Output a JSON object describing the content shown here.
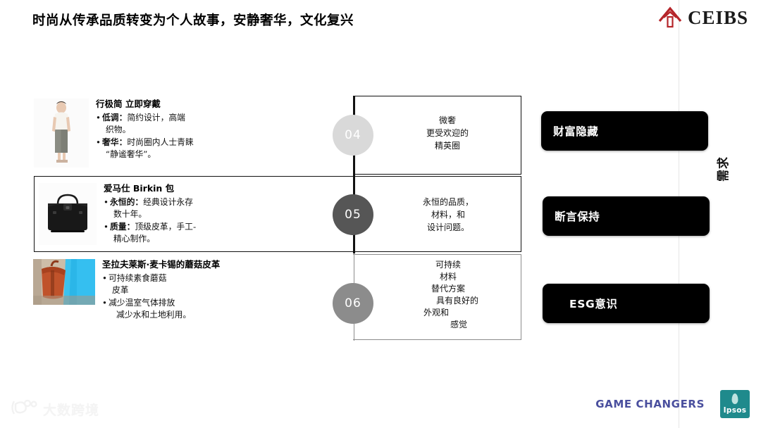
{
  "header": {
    "title": "时尚从传承品质转变为个人故事，安静奢华，文化复兴",
    "logo_text": "CEIBS",
    "logo_icon": "ceibs-house-icon"
  },
  "rows": [
    {
      "number": "04",
      "circle_color": "#d9d9d9",
      "image_alt": "woman-in-white-top-and-grey-trousers",
      "heading": "行极简 立即穿戴",
      "bullets": [
        {
          "label": "低调：",
          "text": "简约设计，高端",
          "cont": "织物。"
        },
        {
          "label": "奢华：",
          "text": "时尚圈内人士青睐",
          "cont": "“静谧奢华”。"
        }
      ],
      "middle_lines": [
        "微奢",
        "更受欢迎的",
        "精英圈"
      ],
      "pill_label": "财富隐藏"
    },
    {
      "number": "05",
      "circle_color": "#565656",
      "image_alt": "black-hermes-birkin-handbag",
      "heading": "爱马仕 Birkin 包",
      "bullets": [
        {
          "label": "永恒的：",
          "text": "经典设计永存",
          "cont": "数十年。"
        },
        {
          "label": "质量：",
          "text": "顶级皮革，手工-",
          "cont": "精心制作。"
        }
      ],
      "middle_lines": [
        "永恒的品质，",
        "材料，和",
        "设计问题。"
      ],
      "pill_label": "断言保持"
    },
    {
      "number": "06",
      "circle_color": "#8c8c8c",
      "image_alt": "orange-bag-with-blue-dress",
      "heading": "圣拉夫莱斯·麦卡锡的蘑菇皮革",
      "bullets": [
        {
          "label": "",
          "text": "可持续素食蘑菇",
          "cont": "皮革"
        },
        {
          "label": "",
          "text": "减少温室气体排放",
          "cont": "减少水和土地利用。"
        }
      ],
      "middle_lines": [
        "可持续",
        "材料",
        "替代方案",
        "具有良好的",
        "外观和",
        "感觉"
      ],
      "pill_label": "ESG意识"
    }
  ],
  "side_label": "需求",
  "footer": {
    "watermark_text": "大数跨境",
    "watermark_icon": "dashu-logo-icon",
    "game_changers": "GAME CHANGERS",
    "ipsos_label": "Ipsos"
  },
  "colors": {
    "accent_red": "#b5252a",
    "pill_bg": "#000000",
    "gc_blue": "#4a4f9e",
    "ipsos_teal": "#1f8a8c"
  }
}
